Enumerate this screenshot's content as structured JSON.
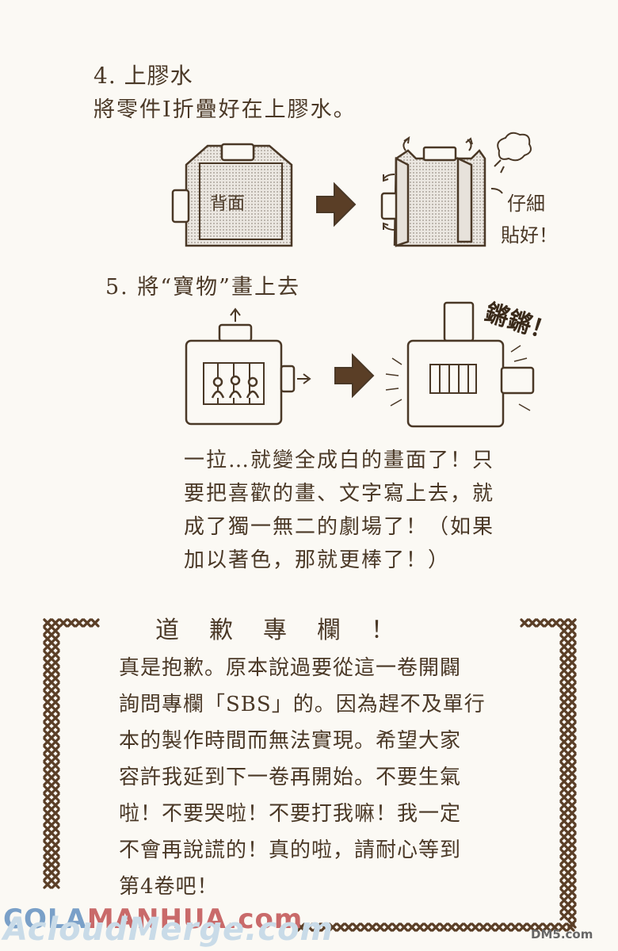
{
  "step4": {
    "title": "4. 上膠水",
    "text": "將零件Ⅰ折疊好在上膠水。",
    "back_label": "背面",
    "note_line1": "仔細",
    "note_line2": "貼好！"
  },
  "step5": {
    "title": "5. 將“寶物”畫上去",
    "sfx": "鏘鏘！",
    "paragraph": [
      "一拉…就變全成白的畫面了！只",
      "要把喜歡的畫、文字寫上去，就",
      "成了獨一無二的劇場了！（如果",
      "加以著色，那就更棒了！）"
    ]
  },
  "column": {
    "title": "道歉專欄！",
    "lines": [
      "真是抱歉。原本說過要從這一卷開闢",
      "詢問專欄「SBS」的。因為趕不及單行",
      "本的製作時間而無法實現。希望大家",
      "容許我延到下一卷再開始。不要生氣",
      "啦！不要哭啦！不要打我嘛！我一定",
      "不會再說謊的！真的啦，請耐心等到",
      "第4卷吧！"
    ]
  },
  "watermarks": {
    "site1_prefix": "COLA",
    "site1_suffix": "MANHUA.com",
    "site2": "AcloudMerge.com",
    "site3": "DM5.com"
  },
  "colors": {
    "ink": "#4a3826",
    "paper": "#fbf9f4",
    "screen_tone": "#d8d3cc",
    "arrow": "#5a3e26"
  }
}
